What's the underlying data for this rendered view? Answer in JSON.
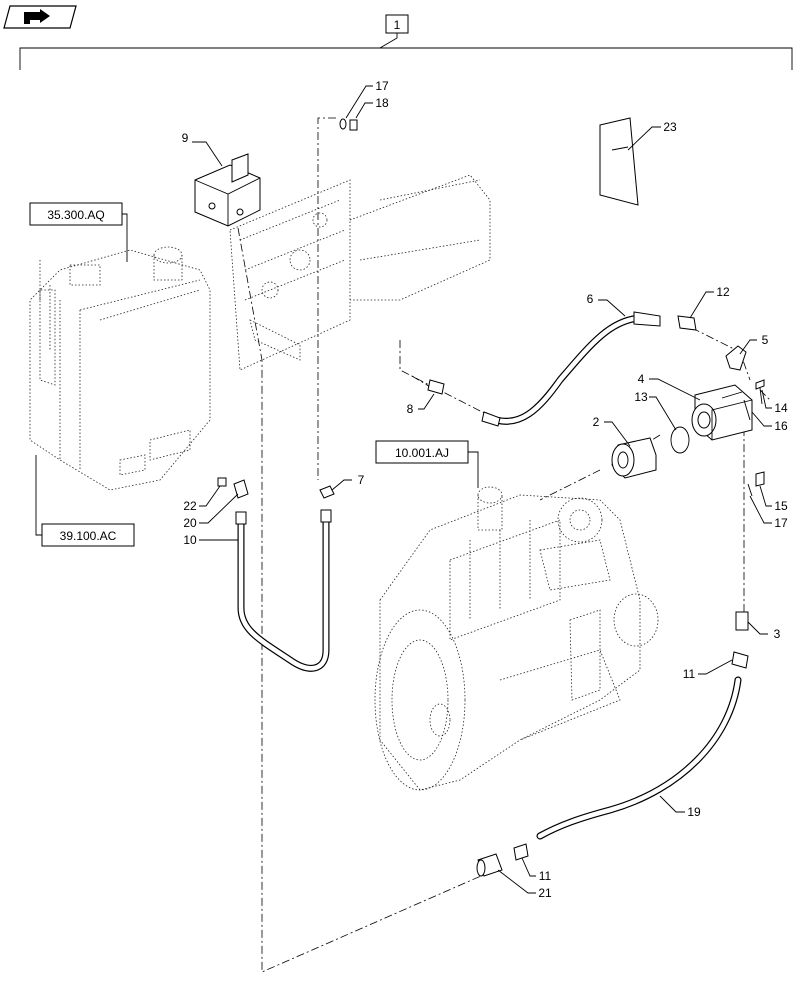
{
  "assembly_number": "1",
  "reference_boxes": [
    {
      "name": "ref-35-300-aq",
      "text": "35.300.AQ"
    },
    {
      "name": "ref-39-100-ac",
      "text": "39.100.AC"
    },
    {
      "name": "ref-10-001-aj",
      "text": "10.001.AJ"
    }
  ],
  "callouts": [
    {
      "name": "callout-9",
      "text": "9"
    },
    {
      "name": "callout-17-top",
      "text": "17"
    },
    {
      "name": "callout-18",
      "text": "18"
    },
    {
      "name": "callout-23",
      "text": "23"
    },
    {
      "name": "callout-6",
      "text": "6"
    },
    {
      "name": "callout-12",
      "text": "12"
    },
    {
      "name": "callout-5",
      "text": "5"
    },
    {
      "name": "callout-4",
      "text": "4"
    },
    {
      "name": "callout-13",
      "text": "13"
    },
    {
      "name": "callout-14",
      "text": "14"
    },
    {
      "name": "callout-16",
      "text": "16"
    },
    {
      "name": "callout-2",
      "text": "2"
    },
    {
      "name": "callout-8",
      "text": "8"
    },
    {
      "name": "callout-7",
      "text": "7"
    },
    {
      "name": "callout-22",
      "text": "22"
    },
    {
      "name": "callout-20",
      "text": "20"
    },
    {
      "name": "callout-10",
      "text": "10"
    },
    {
      "name": "callout-15",
      "text": "15"
    },
    {
      "name": "callout-17-right",
      "text": "17"
    },
    {
      "name": "callout-3",
      "text": "3"
    },
    {
      "name": "callout-11-right",
      "text": "11"
    },
    {
      "name": "callout-19",
      "text": "19"
    },
    {
      "name": "callout-11-bottom",
      "text": "11"
    },
    {
      "name": "callout-21",
      "text": "21"
    }
  ],
  "icons": {
    "nav": "page-turn-arrow-icon"
  }
}
